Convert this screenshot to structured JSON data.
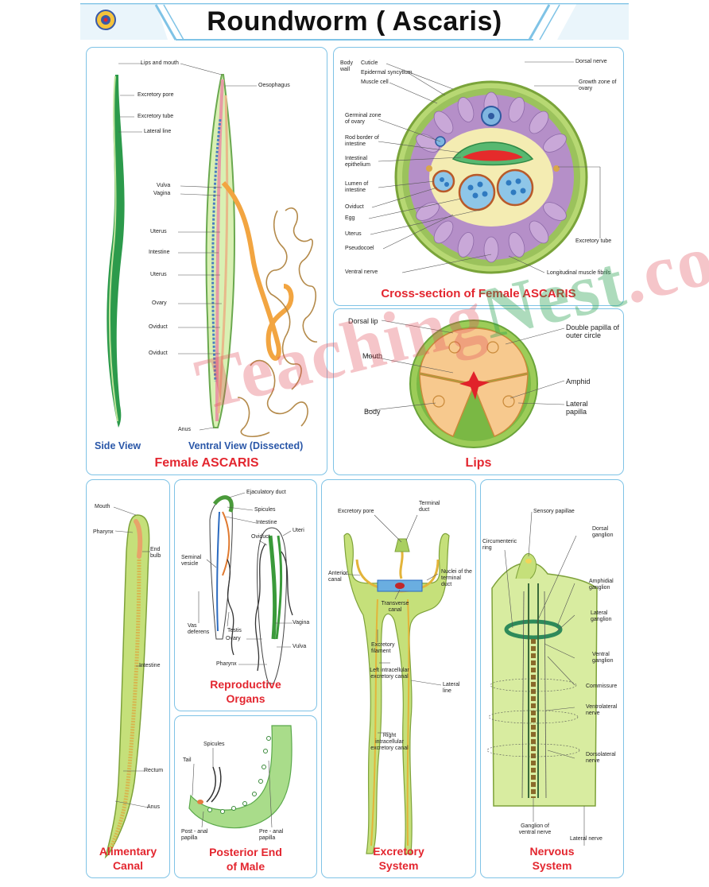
{
  "title": "Roundworm ( Ascaris)",
  "female": {
    "caption": "Female ASCARIS",
    "side_view": "Side View",
    "ventral_view": "Ventral View (Dissected)",
    "labels": [
      "Lips and mouth",
      "Excretory pore",
      "Excretory tube",
      "Lateral line",
      "Vulva",
      "Vagina",
      "Uterus",
      "Intestine",
      "Uterus",
      "Ovary",
      "Oviduct",
      "Oviduct",
      "Anus",
      "Oesophagus"
    ]
  },
  "cross_section": {
    "caption": "Cross-section of Female ASCARIS",
    "body_wall": "Body wall",
    "left_labels": [
      "Cuticle",
      "Epidermal syncytium",
      "Muscle cell",
      "Germinal zone of ovary",
      "Rod border of intestine",
      "Intestinal epithelium",
      "Lumen of intestine",
      "Oviduct",
      "Egg",
      "Uterus",
      "Pseudocoel",
      "Ventral nerve"
    ],
    "right_labels": [
      "Dorsal nerve",
      "Growth zone of ovary",
      "Excretory tube",
      "Longitudinal muscle fibrils"
    ]
  },
  "lips": {
    "caption": "Lips",
    "labels": [
      "Dorsal lip",
      "Mouth",
      "Body",
      "Double papilla of outer circle",
      "Amphid",
      "Lateral papilla"
    ]
  },
  "alimentary": {
    "caption_line1": "Alimentary",
    "caption_line2": "Canal",
    "labels": [
      "Mouth",
      "Pharynx",
      "End bulb",
      "Intestine",
      "Rectum",
      "Anus"
    ]
  },
  "reproductive": {
    "caption_line1": "Reproductive",
    "caption_line2": "Organs",
    "labels": [
      "Ejaculatory duct",
      "Spicules",
      "Intestine",
      "Seminal vesicle",
      "Vas deferens",
      "Testis",
      "Oviduct",
      "Uteri",
      "Vagina",
      "Ovary",
      "Vulva",
      "Pharynx"
    ]
  },
  "posterior": {
    "caption_line1": "Posterior End",
    "caption_line2": "of Male",
    "labels": [
      "Spicules",
      "Tail",
      "Post - anal papilla",
      "Pre - anal papilla"
    ]
  },
  "excretory": {
    "caption_line1": "Excretory",
    "caption_line2": "System",
    "labels": [
      "Excretory pore",
      "Terminal duct",
      "Anterior canal",
      "Nuclei of the terminal duct",
      "Transverse canal",
      "Excretory filament",
      "Left intracellular excretory canal",
      "Lateral line",
      "Right intracellular excretory canal"
    ]
  },
  "nervous": {
    "caption_line1": "Nervous",
    "caption_line2": "System",
    "labels": [
      "Sensory papillae",
      "Circumenteric ring",
      "Dorsal ganglion",
      "Amphidial ganglion",
      "Lateral ganglion",
      "Ventral ganglion",
      "Commissure",
      "Ventrolateral nerve",
      "Dorsolateral nerve",
      "Ganglion of ventral nerve",
      "Lateral nerve"
    ]
  },
  "watermark": {
    "part1": "Teaching",
    "part2": "Nest",
    "part3": ".com"
  },
  "colors": {
    "caption_red": "#e3262f",
    "caption_blue": "#2a57a8",
    "panel_border": "#7fc3e6",
    "worm_green": "#b9d96a"
  }
}
